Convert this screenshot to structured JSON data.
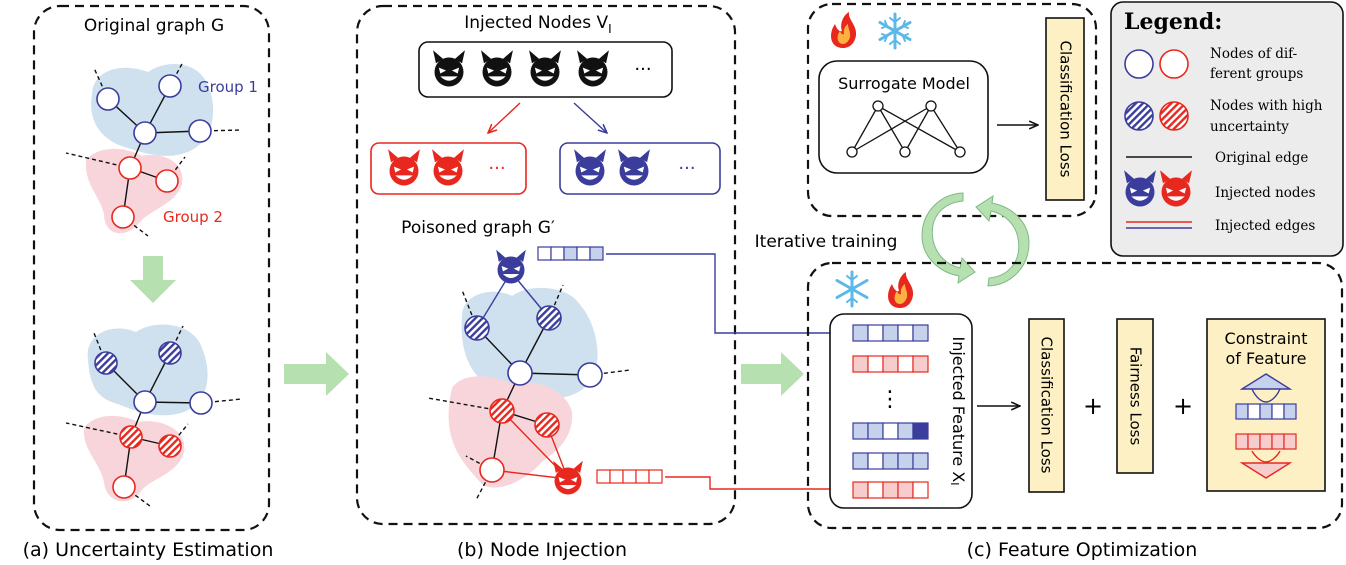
{
  "panels": {
    "a": {
      "caption": "(a) Uncertainty Estimation",
      "title": "Original graph G",
      "group1_label": "Group 1",
      "group2_label": "Group 2"
    },
    "b": {
      "caption": "(b) Node Injection",
      "injected_title": "Injected Nodes V",
      "injected_sub": "I",
      "ellipsis": "···",
      "poisoned_title": "Poisoned graph G′"
    },
    "c": {
      "caption": "(c) Feature Optimization",
      "surrogate_label": "Surrogate Model",
      "classification_loss_top": "Classification Loss",
      "iterative_training": "Iterative training",
      "injected_feature_label": "Injected Feature X",
      "injected_feature_sub": "I",
      "classification_loss": "Classification Loss",
      "fairness_loss": "Fairness Loss",
      "constraint_line1": "Constraint",
      "constraint_line2": "of Feature",
      "plus": "+",
      "vdots": "⋮"
    }
  },
  "legend": {
    "title": "Legend:",
    "items": [
      {
        "line1": "Nodes of  dif-",
        "line2": "ferent groups"
      },
      {
        "line1": "Nodes with high",
        "line2": "uncertainty"
      },
      {
        "line1": "Original edge",
        "line2": ""
      },
      {
        "line1": "Injected nodes",
        "line2": ""
      },
      {
        "line1": "Injected edges",
        "line2": ""
      }
    ]
  },
  "colors": {
    "blue": "#3b3d9c",
    "red": "#e8281e",
    "blue_region": "#cfe0ef",
    "red_region": "#f7d5da",
    "blue_cell": "#c6d2ec",
    "red_cell": "#f6cccc",
    "green_arrow": "#b7e0b0",
    "loss_box": "#fdf0c4",
    "legend_bg": "#ececec"
  }
}
